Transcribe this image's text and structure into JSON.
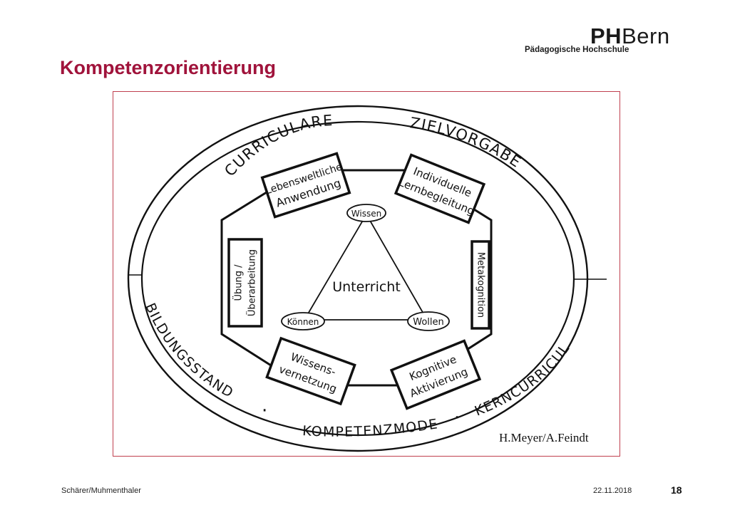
{
  "logo": {
    "brand_bold": "PH",
    "brand_light": "Bern",
    "subtitle": "Pädagogische Hochschule"
  },
  "slide": {
    "title": "Kompetenzorientierung"
  },
  "diagram": {
    "outer_ring": {
      "top_left": "CURRICULARE",
      "top_right": "ZIELVORGABEN",
      "left": "BILDUNGSSTANDARDS",
      "bottom": "KOMPETENZMODELLE",
      "right": "KERNCURRICULA",
      "separator": "·"
    },
    "boxes": {
      "lebensweltliche": [
        "Lebensweltliche",
        "Anwendung"
      ],
      "individuelle": [
        "Individuelle",
        "Lernbegleitung"
      ],
      "metakognition": [
        "Metakognition"
      ],
      "kognitive": [
        "Kognitive",
        "Aktivierung"
      ],
      "wissensvernetzung": [
        "Wissens-",
        "vernetzung"
      ],
      "uebung": [
        "Übung /",
        "Überarbeitung"
      ]
    },
    "triangle": {
      "center": "Unterricht",
      "top": "Wissen",
      "left": "Können",
      "right": "Wollen"
    },
    "credit": "H.Meyer/A.Feindt"
  },
  "footer": {
    "authors": "Schärer/Muhmenthaler",
    "date": "22.11.2018",
    "page": "18"
  }
}
